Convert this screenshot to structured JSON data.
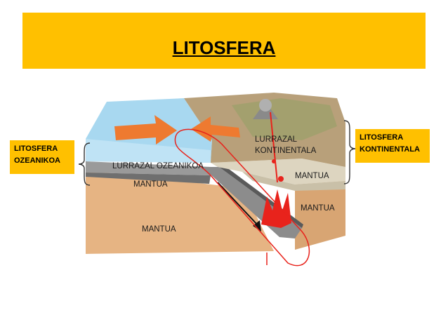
{
  "title": "LITOSFERA",
  "side_labels": {
    "left": [
      "LITOSFERA",
      "OZEANIKOA"
    ],
    "right": [
      "LITOSFERA",
      "KONTINENTALA"
    ]
  },
  "diagram_labels": {
    "continental_crust": [
      "LURRAZAL",
      "KONTINENTALA"
    ],
    "oceanic_crust": "LURRAZAL OZEANIKOA",
    "mantle_upper_left": "MANTUA",
    "mantle_right_upper": "MANTUA",
    "mantle_right_lower": "MANTUA",
    "mantle_bottom": "MANTUA"
  },
  "colors": {
    "title_bg": "#ffc000",
    "ocean": "#a8d8f0",
    "crust": "#c8c0b0",
    "lithosphere_mantle": "#8c8c8c",
    "asthenosphere": "#e6b483",
    "arrow": "#ee7a30",
    "magma": "#e8231c"
  }
}
